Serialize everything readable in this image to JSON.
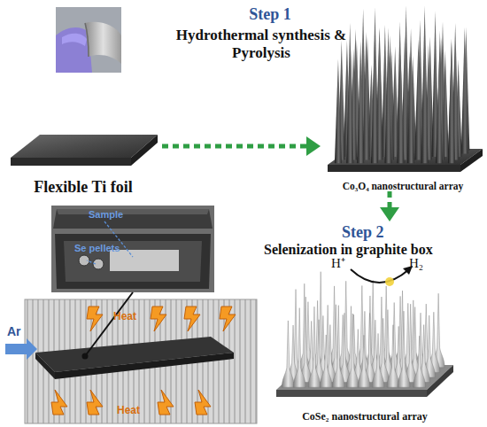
{
  "diagram": {
    "nodes": [
      {
        "text": [
          "Flexible Ti foil"
        ]
      },
      {
        "text": [
          "Co₃O₄ nanostructural array"
        ]
      },
      {
        "text": [
          "CoSe₂ nanostructural array"
        ]
      }
    ],
    "edges": [
      {
        "from": 0,
        "to": 1,
        "arrow": "to"
      },
      {
        "from": 1,
        "to": 2,
        "arrow": "to"
      }
    ],
    "labels": [
      "Step 1",
      "Hydrothermal synthesis & Pyrolysis",
      "Step 2",
      "Selenization in graphite box",
      "H⁺",
      "H₂",
      "Sample",
      "Se pellets",
      "Ar",
      "Heat",
      "Heat"
    ]
  }
}
